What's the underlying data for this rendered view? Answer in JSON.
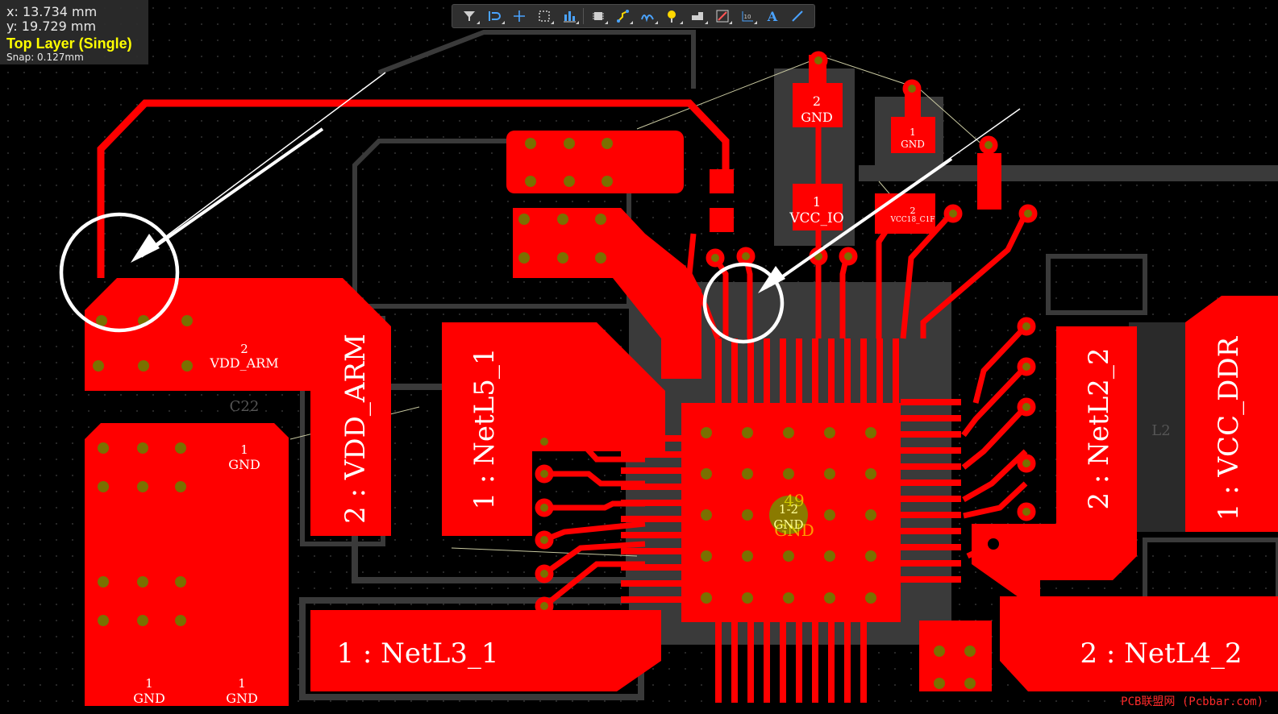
{
  "hud": {
    "x": "x: 13.734 mm",
    "y": "y: 19.729 mm",
    "layer": "Top Layer (Single)",
    "snap": "Snap: 0.127mm"
  },
  "toolbar": {
    "items": [
      "filter-icon",
      "route-icon",
      "cross-probe-icon",
      "select-rect-icon",
      "align-icon",
      "component-icon",
      "interactive-route-icon",
      "diff-pair-icon",
      "pin-icon",
      "polygon-icon",
      "dimension-icon",
      "string-icon",
      "text-icon",
      "line-icon"
    ]
  },
  "colors": {
    "copper": "#ff0000",
    "keepout": "#3a3a3a",
    "via": "#8a7a00",
    "annotation": "#ffffff",
    "hud_text": "#ffff00"
  },
  "labels": {
    "vdd_arm_pad": [
      "2",
      "VDD_ARM"
    ],
    "gnd_pad_left": [
      "1",
      "GND"
    ],
    "gnd_bottom_1": [
      "1",
      "GND"
    ],
    "gnd_bottom_2": [
      "1",
      "GND"
    ],
    "c22": "C22",
    "inductor_vdd_arm": "2 : VDD_ARM",
    "inductor_netl5": "1 : NetL5_1",
    "netl3": "1 : NetL3_1",
    "netl4": "2 : NetL4_2",
    "netl2": "2 : NetL2_2",
    "vcc_ddr": "1 : VCC_DDR",
    "gnd_top_2": [
      "2",
      "GND"
    ],
    "gnd_top_1": [
      "1",
      "GND"
    ],
    "vcc_io": [
      "1",
      "VCC_IO"
    ],
    "vcc18": [
      "2",
      "VCC18_C1F"
    ],
    "center_pad": "49",
    "center_gnd": "GND",
    "via_label": [
      "1-2",
      "GND"
    ],
    "l2": "L2"
  },
  "watermark": "PCB联盟网 (Pcbbar.com)"
}
